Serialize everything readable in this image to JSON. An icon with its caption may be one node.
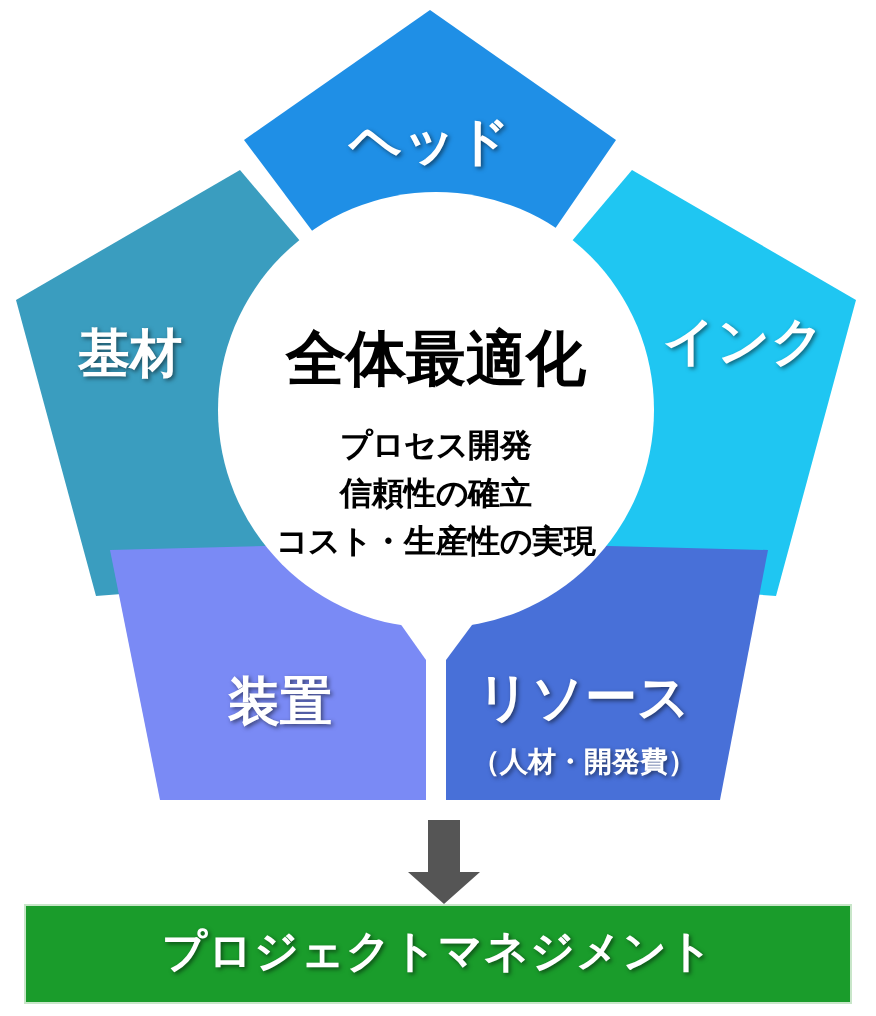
{
  "diagram": {
    "nodes": [
      {
        "text": [
          "ヘッド"
        ]
      },
      {
        "text": [
          "基材"
        ]
      },
      {
        "text": [
          "全体最適化",
          "プロセス開発",
          "信頼性の確立",
          "コスト・生産性の実現"
        ]
      },
      {
        "text": [
          "インク"
        ]
      },
      {
        "text": [
          "装置"
        ]
      },
      {
        "text": [
          "リソース",
          "（人材・開発費）"
        ]
      },
      {
        "text": [
          "プロジェクトマネジメント"
        ]
      }
    ],
    "edges": [
      {
        "from": null,
        "to": 6,
        "arrow": "to",
        "style": "thick"
      }
    ]
  }
}
